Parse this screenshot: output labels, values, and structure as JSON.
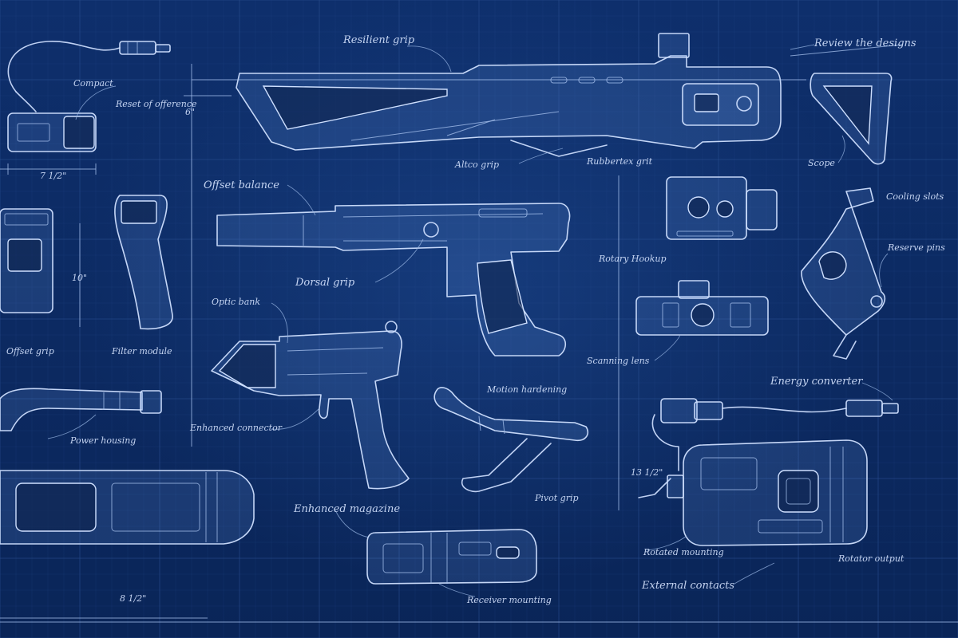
{
  "labels": {
    "resilient_grip": "Resilient grip",
    "review_design": "Review the designs",
    "compact": "Compact",
    "reset_balance": "Reset of ofference",
    "dim_left_top": "7 1/2\"",
    "dim_right_short": "6\"",
    "alt_grip": "Altco grip",
    "rubber_grit": "Rubbertex grit",
    "scope": "Scope",
    "offset_balance": "Offset balance",
    "cooling_slots": "Cooling slots",
    "rotary_hookup": "Rotary Hookup",
    "reserve_pins": "Reserve pins",
    "dorsal_grip": "Dorsal grip",
    "optic_bank": "Optic bank",
    "dim_left_mid": "10\"",
    "offset_grip": "Offset grip",
    "filter_module": "Filter module",
    "scanning_lens": "Scanning lens",
    "motion_hardening": "Motion hardening",
    "energy_converter": "Energy converter",
    "enhanced_connector": "Enhanced connector",
    "power_housing": "Power housing",
    "dim_right_mid": "13 1/2\"",
    "enhanced_magazine": "Enhanced magazine",
    "pivot_grip": "Pivot grip",
    "rotated_mounting": "Rotated mounting",
    "rotator_output": "Rotator output",
    "external_contacts": "External contacts",
    "dim_bottom": "8 1/2\"",
    "receiver_mounting": "Receiver mounting"
  },
  "colors": {
    "paper": "#0c2a63",
    "ink": "#cfe0ff",
    "grid": "#2a4f92"
  }
}
